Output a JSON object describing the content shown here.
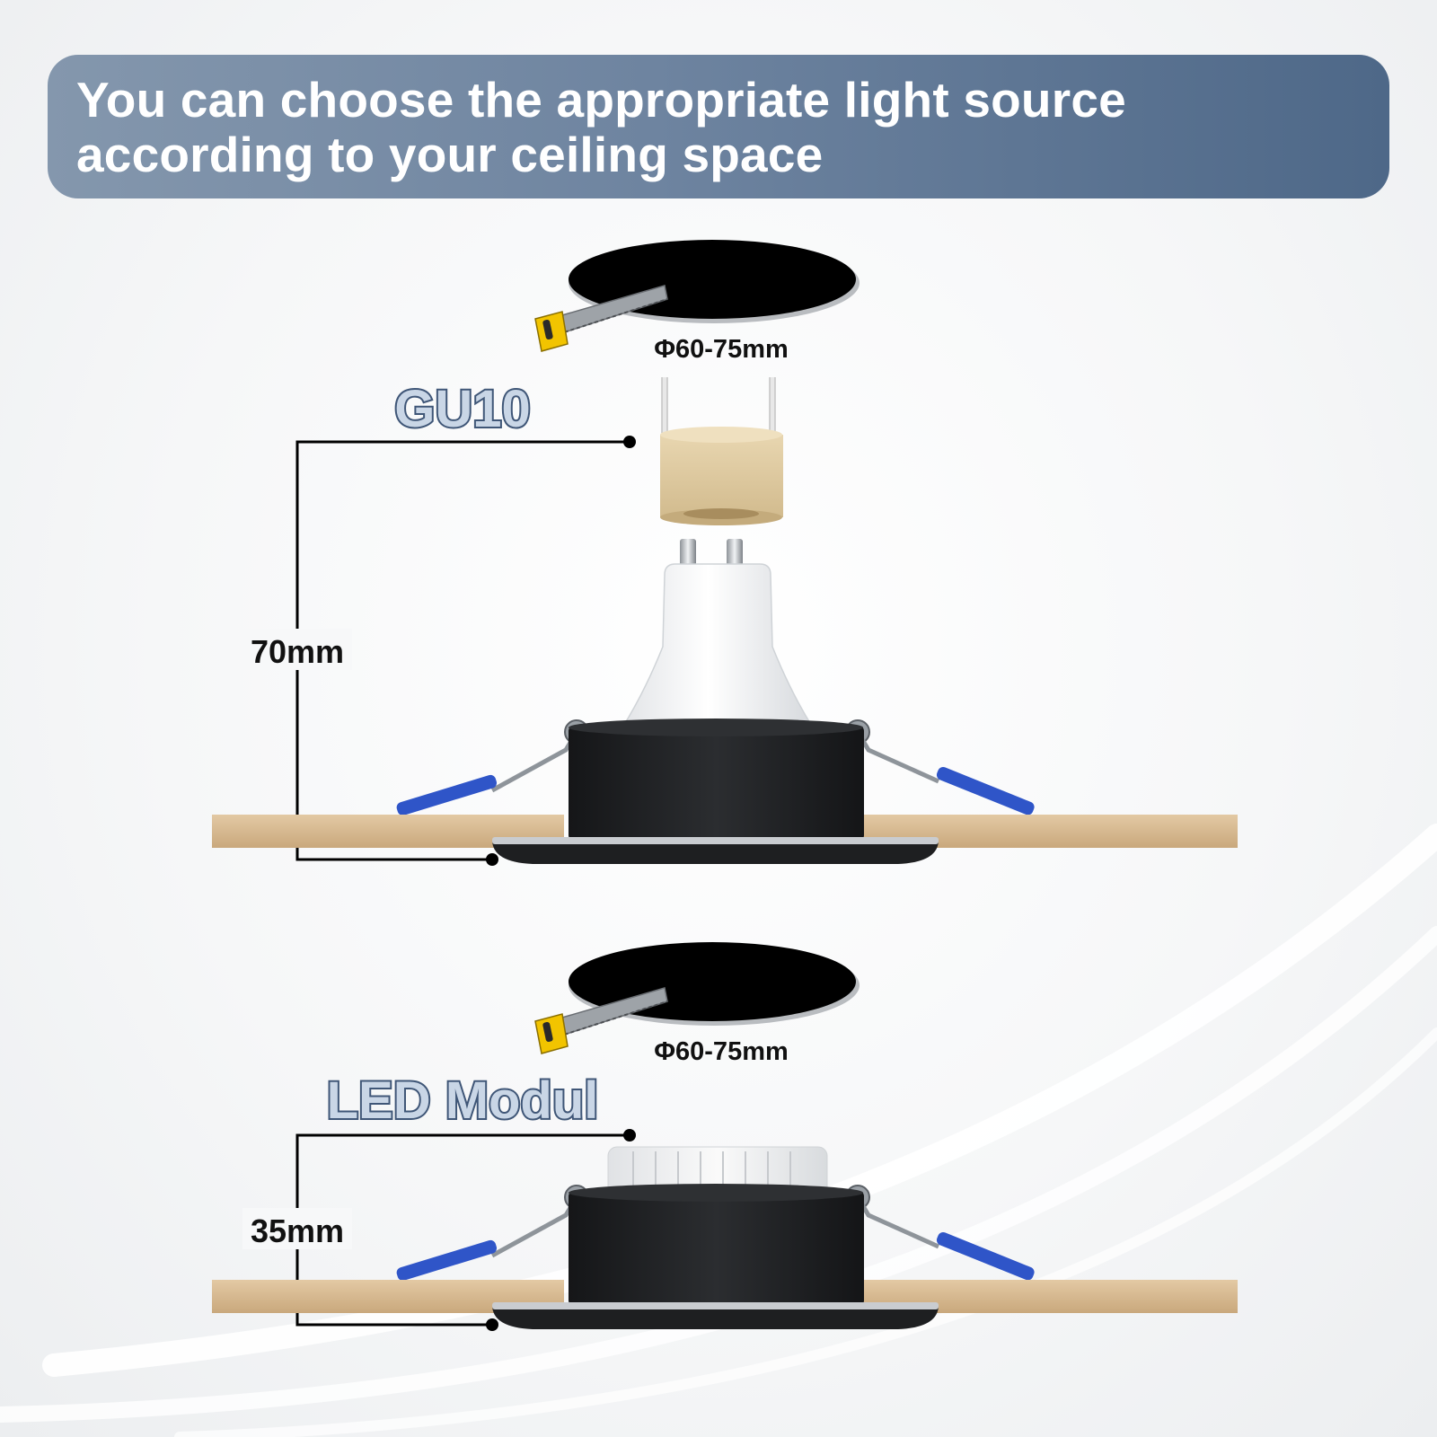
{
  "header": {
    "title": "You can choose the appropriate light source according to your ceiling space"
  },
  "sections": [
    {
      "name": "GU10",
      "height_label": "70mm",
      "hole_label": "Φ60-75mm"
    },
    {
      "name": "LED Modul",
      "height_label": "35mm",
      "hole_label": "Φ60-75mm"
    }
  ],
  "colors": {
    "banner_start": "#8497ad",
    "banner_end": "#4e6888",
    "label_fill": "#c9d6e6",
    "label_stroke": "#3f5677",
    "housing": "#1f2022",
    "wood": "#d8bc96",
    "clip_blue": "#2f55c8",
    "saw_handle": "#f2c400"
  }
}
